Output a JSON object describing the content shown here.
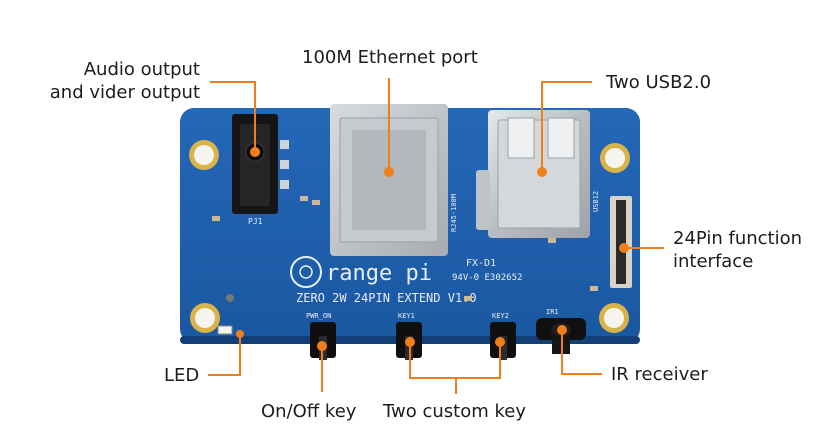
{
  "labels": {
    "audio": "Audio output\nand vider output",
    "ethernet": "100M Ethernet port",
    "usb": "Two USB2.0",
    "pin24": "24Pin function\ninterface",
    "led": "LED",
    "onoff": "On/Off key",
    "custom": "Two custom key",
    "ir": "IR receiver"
  },
  "board": {
    "brand": "range pi",
    "model": "ZERO 2W 24PIN EXTEND V1.0",
    "fx": "FX-D1",
    "cert": "94V-0 E302652",
    "rj45": "RJ45-100M",
    "usb12": "USB12",
    "pwr_on": "PWR_ON",
    "key1": "KEY1",
    "key2": "KEY2",
    "pj1": "PJ1",
    "ir1": "IR1"
  },
  "colors": {
    "board": "#1f5fae",
    "board_dark": "#164c8f",
    "accent": "#f07f1a",
    "metal": "#c9cdd2",
    "text": "#1c1c1c"
  }
}
